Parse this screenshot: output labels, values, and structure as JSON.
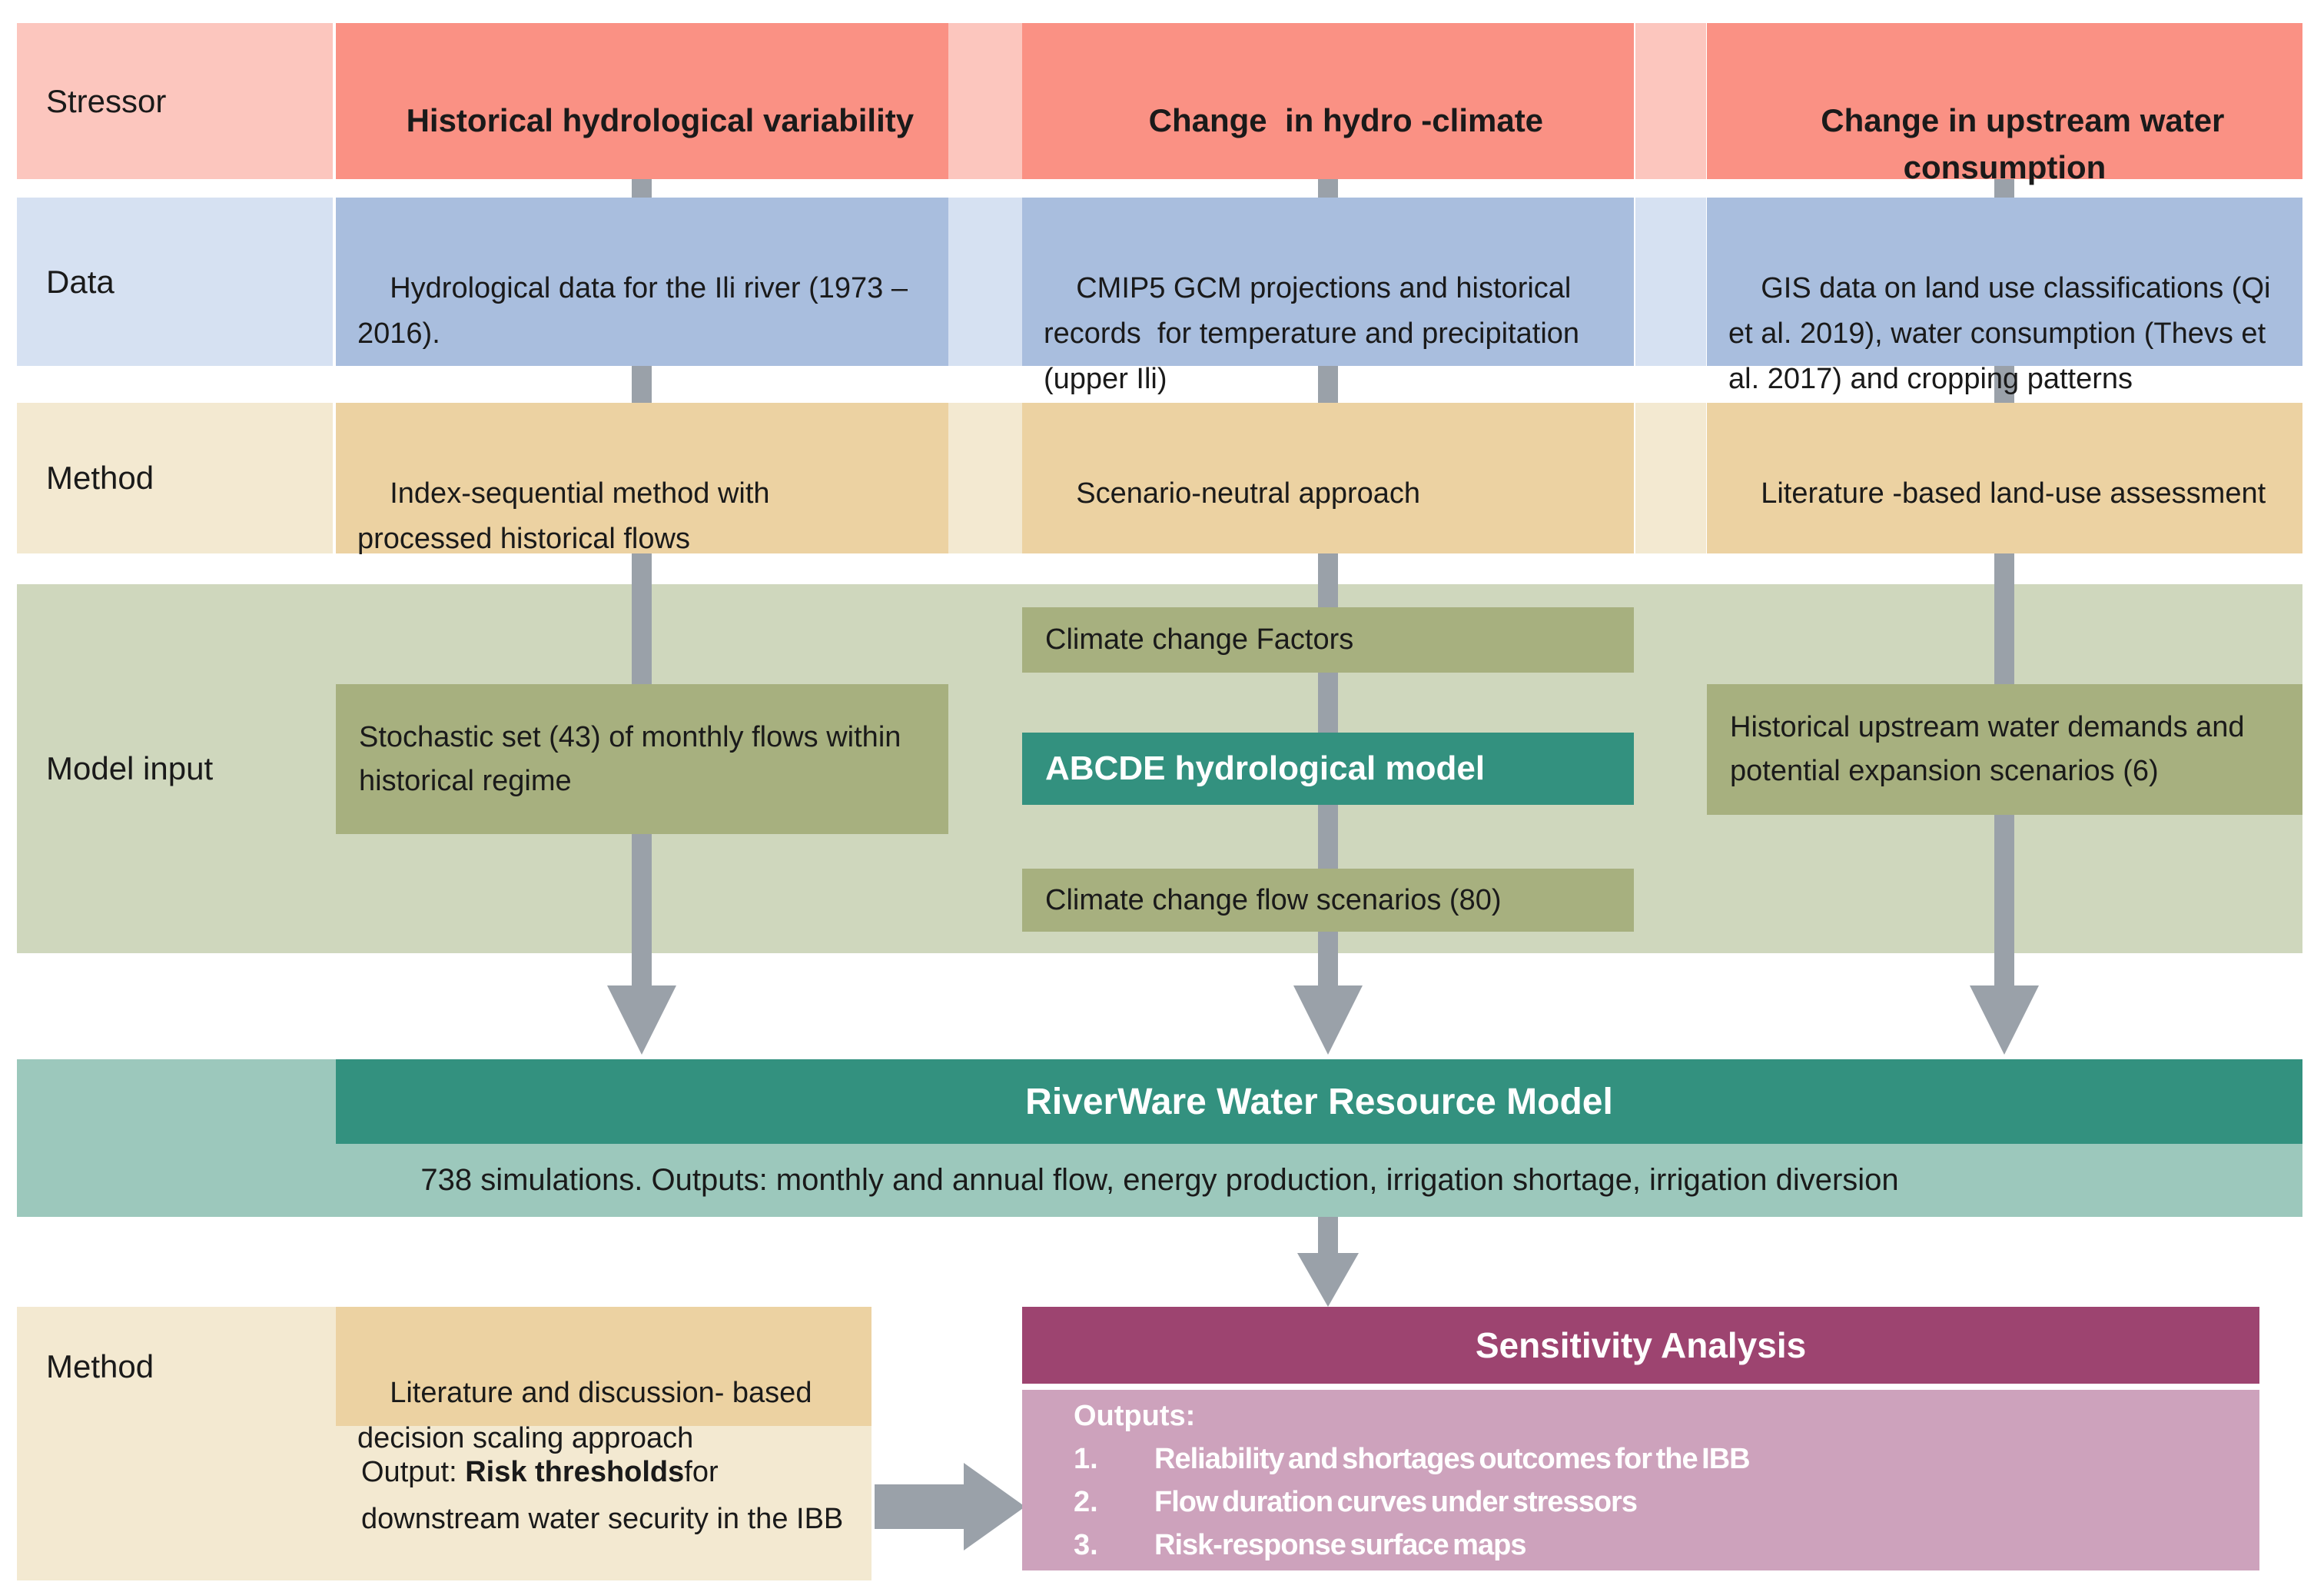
{
  "palette": {
    "salmon": "#FA9184",
    "pink": "#FCC6BE",
    "blue": "#A9BEDE",
    "blue_light": "#D6E1F2",
    "tan": "#ECD2A2",
    "tan_light": "#F3E9D1",
    "olive": "#A7B07F",
    "olive_light": "#CFD7BD",
    "teal": "#33917F",
    "teal_light": "#9CC8BC",
    "magenta": "#9D4470",
    "mauve": "#CDA2BC",
    "arrow": "#9AA1A9",
    "ink": "#1A1A1A"
  },
  "rows": {
    "stressor": {
      "label": "Stressor",
      "col1": "Historical hydrological variability",
      "col2": "Change  in hydro -climate",
      "col3": "Change in upstream water consumption"
    },
    "data": {
      "label": "Data",
      "col1": "Hydrological data for the Ili river (1973 – 2016).",
      "col2": "CMIP5 GCM projections and historical records  for temperature and precipitation (upper Ili)",
      "col3": "GIS data on land use classifications (Qi et al. 2019), water consumption (Thevs et al. 2017) and cropping patterns"
    },
    "method": {
      "label": "Method",
      "col1": "Index-sequential method with processed historical flows",
      "col2": "Scenario-neutral approach",
      "col3": "Literature -based land-use assessment"
    },
    "model_input": {
      "label": "Model input",
      "col1": "Stochastic set (43) of monthly flows within historical regime",
      "col2_top": "Climate change Factors",
      "col2_model": "ABCDE hydrological model",
      "col2_bottom": "Climate change flow scenarios (80)",
      "col3": "Historical upstream water demands and potential expansion scenarios (6)"
    }
  },
  "riverware": {
    "title": "RiverWare Water Resource Model",
    "subtitle": "738 simulations. Outputs: monthly and annual flow, energy production, irrigation shortage, irrigation diversion"
  },
  "bottom": {
    "method_label": "Method",
    "approach": "Literature and discussion- based decision scaling approach",
    "output_prefix": "Output: ",
    "output_bold": "Risk thresholds",
    "output_rest": "for downstream water security in the IBB"
  },
  "sensitivity": {
    "title": "Sensitivity Analysis",
    "outputs_label": "Outputs:",
    "items": [
      {
        "num": "1.",
        "text": "Reliability and shortages outcomes for the IBB"
      },
      {
        "num": "2.",
        "text": "Flow duration curves under stressors"
      },
      {
        "num": "3.",
        "text": "Risk-response surface maps"
      }
    ]
  }
}
